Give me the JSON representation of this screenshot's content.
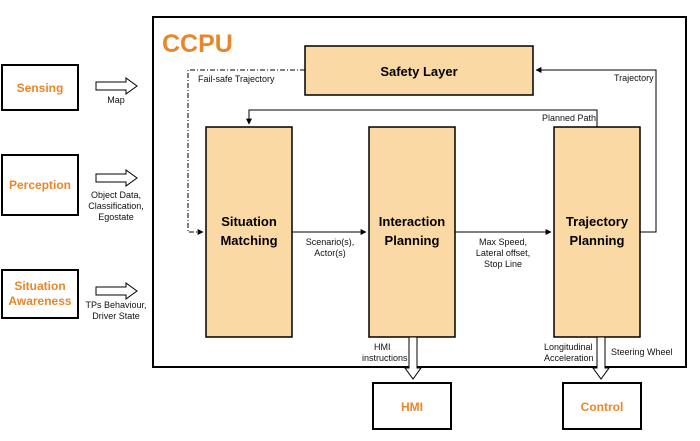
{
  "title": "CCPU",
  "inputs": {
    "sensing": {
      "label": "Sensing",
      "annotation": [
        "Map"
      ]
    },
    "perception": {
      "label": "Perception",
      "annotation": [
        "Object Data,",
        "Classification,",
        "Egostate"
      ]
    },
    "situation_awareness": {
      "label": [
        "Situation",
        "Awareness"
      ],
      "annotation": [
        "TPs Behaviour,",
        "Driver State"
      ]
    }
  },
  "modules": {
    "safety_layer": {
      "label": "Safety Layer"
    },
    "situation_matching": {
      "label": [
        "Situation",
        "Matching"
      ]
    },
    "interaction_planning": {
      "label": [
        "Interaction",
        "Planning"
      ]
    },
    "trajectory_planning": {
      "label": [
        "Trajectory",
        "Planning"
      ]
    }
  },
  "edges": {
    "fail_safe": "Fail-safe Trajectory",
    "trajectory": "Trajectory",
    "planned_path": "Planned Path",
    "scenario": [
      "Scenario(s),",
      "Actor(s)"
    ],
    "max_speed": [
      "Max Speed,",
      "Lateral offset,",
      "Stop Line"
    ],
    "hmi_instructions": [
      "HMI",
      "instructions"
    ],
    "longitudinal": [
      "Longitudinal",
      "Acceleration"
    ],
    "steering": "Steering Wheel"
  },
  "outputs": {
    "hmi": {
      "label": "HMI"
    },
    "control": {
      "label": "Control"
    }
  },
  "colors": {
    "accent": "#e8872a",
    "fill": "#fbd9a4",
    "border": "#000000"
  }
}
